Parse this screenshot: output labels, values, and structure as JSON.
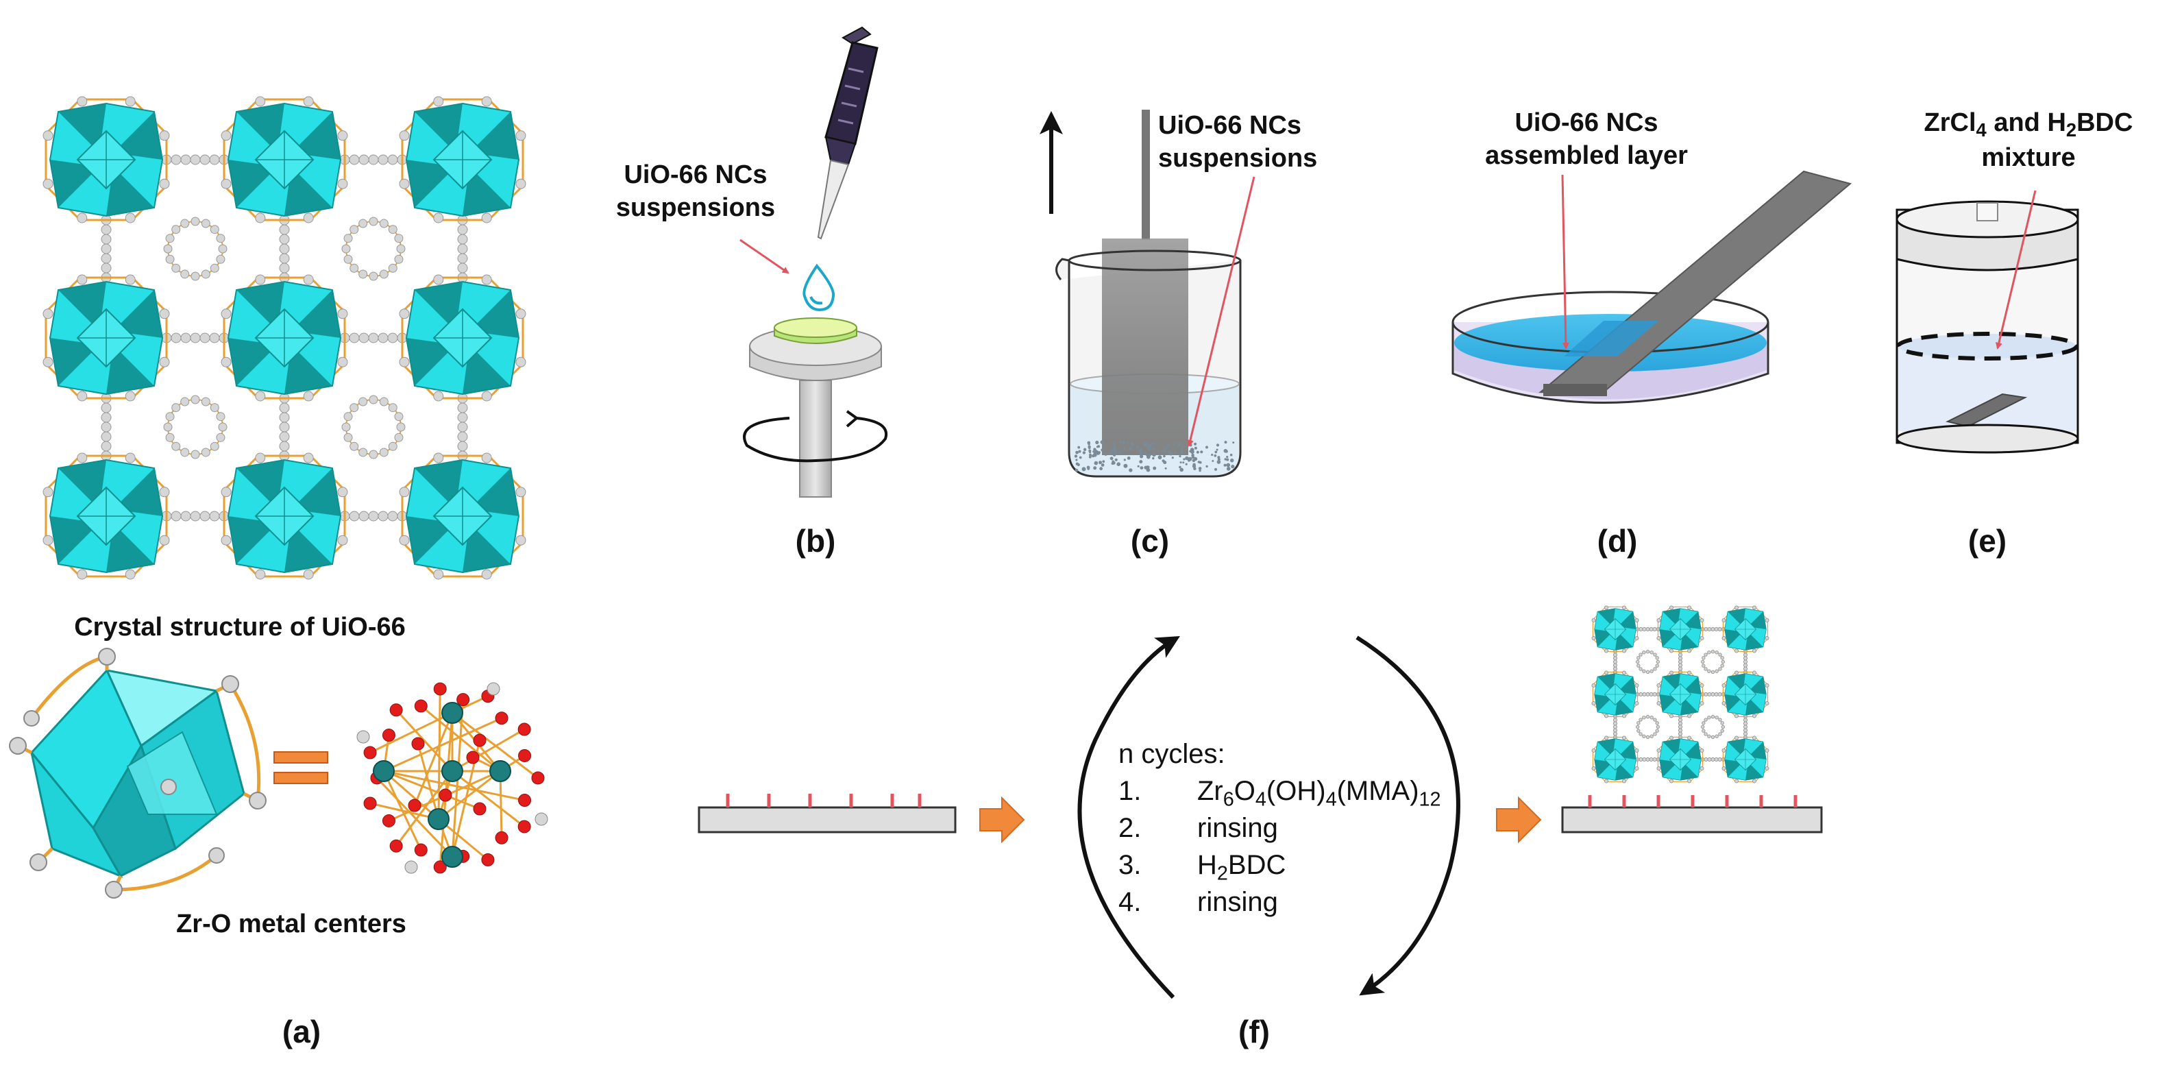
{
  "colors": {
    "cyan": "#27dfe4",
    "dark_teal": "#0f8f8f",
    "linker_orange": "#e8a032",
    "sphere_gray": "#d6d6d6",
    "oxygen_red": "#e21b1b",
    "zr_teal": "#1e7d7d",
    "arrow_red": "#e05560",
    "arrow_orange": "#f08a3a",
    "liquid_blue": "#39b3e6",
    "pipette_purple": "#2f2545"
  },
  "panel_a": {
    "caption_crystal": "Crystal structure of UiO-66",
    "caption_metal": "Zr-O metal centers",
    "label": "(a)"
  },
  "panel_b": {
    "annotation_line1": "UiO-66 NCs",
    "annotation_line2": "suspensions",
    "label": "(b)"
  },
  "panel_c": {
    "annotation_line1": "UiO-66 NCs",
    "annotation_line2": "suspensions",
    "label": "(c)"
  },
  "panel_d": {
    "annotation_line1": "UiO-66 NCs",
    "annotation_line2": "assembled layer",
    "label": "(d)"
  },
  "panel_e": {
    "line1_a": "ZrCl",
    "line1_sub1": "4",
    "line1_b": " and H",
    "line1_sub2": "2",
    "line1_c": "BDC",
    "line2": "mixture",
    "label": "(e)"
  },
  "panel_f": {
    "title": "n cycles:",
    "steps": [
      {
        "num": "1.",
        "parts": [
          "Zr",
          "6",
          "O",
          "4",
          "(OH)",
          "4",
          "(MMA)",
          "12"
        ]
      },
      {
        "num": "2.",
        "parts": [
          "rinsing"
        ]
      },
      {
        "num": "3.",
        "parts": [
          "H",
          "2",
          "BDC"
        ]
      },
      {
        "num": "4.",
        "parts": [
          "rinsing"
        ]
      }
    ],
    "label": "(f)"
  }
}
